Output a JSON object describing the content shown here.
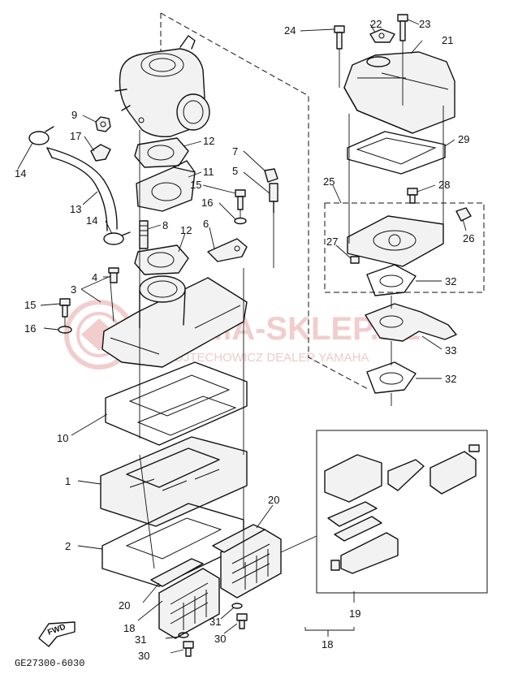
{
  "watermark": {
    "title": "YAMA-SKLEP.PL",
    "subtitle": "WOJTECHOWICZ DEALER YAMAHA",
    "color": "#e8a6a6"
  },
  "direction_badge": "FWD",
  "drawing_code": "GE27300-6030",
  "callouts": {
    "n1": "1",
    "n2": "2",
    "n3": "3",
    "n4": "4",
    "n5": "5",
    "n6": "6",
    "n7": "7",
    "n8": "8",
    "n9": "9",
    "n10": "10",
    "n11": "11",
    "n12a": "12",
    "n12b": "12",
    "n13": "13",
    "n14a": "14",
    "n14b": "14",
    "n15a": "15",
    "n15b": "15",
    "n16a": "16",
    "n16b": "16",
    "n17": "17",
    "n18a": "18",
    "n18b": "18",
    "n19": "19",
    "n20a": "20",
    "n20b": "20",
    "n21": "21",
    "n22": "22",
    "n23": "23",
    "n24": "24",
    "n25": "25",
    "n26": "26",
    "n27": "27",
    "n28": "28",
    "n29": "29",
    "n30a": "30",
    "n30b": "30",
    "n31a": "31",
    "n31b": "31",
    "n32a": "32",
    "n32b": "32",
    "n33": "33"
  }
}
